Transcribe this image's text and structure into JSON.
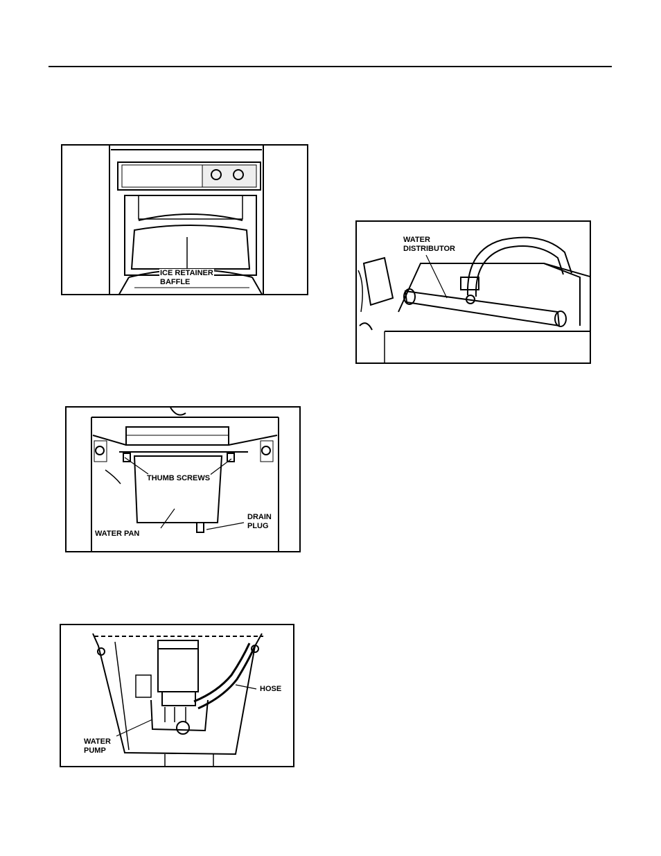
{
  "figures": {
    "ice_baffle": {
      "label": "ICE RETAINER\nBAFFLE"
    },
    "water_pan": {
      "thumb_screws": "THUMB SCREWS",
      "water_pan": "WATER PAN",
      "drain_plug": "DRAIN\nPLUG"
    },
    "water_pump": {
      "hose": "HOSE",
      "water_pump": "WATER\nPUMP"
    },
    "water_distributor": {
      "label": "WATER\nDISTRIBUTOR"
    }
  }
}
